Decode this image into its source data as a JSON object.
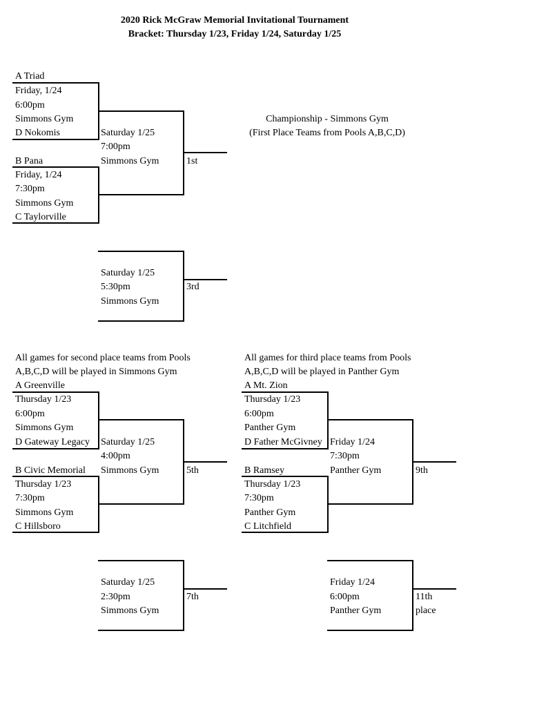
{
  "header": {
    "title": "2020 Rick McGraw Memorial Invitational Tournament",
    "subtitle": "Bracket:  Thursday 1/23, Friday 1/24, Saturday 1/25"
  },
  "championship": {
    "game1": {
      "team1": "A  Triad",
      "date": "Friday, 1/24",
      "time": "6:00pm",
      "location": "Simmons Gym",
      "team2": "D  Nokomis"
    },
    "game2": {
      "team1": "B  Pana",
      "date": "Friday, 1/24",
      "time": "7:30pm",
      "location": "Simmons Gym",
      "team2": "C  Taylorville"
    },
    "final": {
      "date": "Saturday 1/25",
      "time": "7:00pm",
      "location": "Simmons Gym",
      "place": "1st"
    },
    "note_line1": "Championship - Simmons Gym",
    "note_line2": "(First Place Teams from Pools A,B,C,D)",
    "third": {
      "date": "Saturday 1/25",
      "time": "5:30pm",
      "location": "Simmons Gym",
      "place": "3rd"
    }
  },
  "second_place": {
    "note_line1": "All games for second place teams from Pools",
    "note_line2": "A,B,C,D will be played in Simmons Gym",
    "game1": {
      "team1": "A  Greenville",
      "date": "Thursday 1/23",
      "time": "6:00pm",
      "location": "Simmons Gym",
      "team2": "D  Gateway Legacy"
    },
    "game2": {
      "team1": "B  Civic Memorial",
      "date": "Thursday 1/23",
      "time": "7:30pm",
      "location": "Simmons Gym",
      "team2": "C  Hillsboro"
    },
    "final": {
      "date": "Saturday 1/25",
      "time": "4:00pm",
      "location": "Simmons Gym",
      "place": "5th"
    },
    "consolation": {
      "date": "Saturday 1/25",
      "time": "2:30pm",
      "location": "Simmons Gym",
      "place": "7th"
    }
  },
  "third_place": {
    "note_line1": "All games for third place teams from Pools",
    "note_line2": "A,B,C,D will be played in Panther Gym",
    "game1": {
      "team1": "A  Mt. Zion",
      "date": "Thursday 1/23",
      "time": "6:00pm",
      "location": "Panther Gym",
      "team2": "D Father McGivney"
    },
    "game2": {
      "team1": "B  Ramsey",
      "date": "Thursday 1/23",
      "time": "7:30pm",
      "location": "Panther Gym",
      "team2": "C  Litchfield"
    },
    "final": {
      "date": "Friday 1/24",
      "time": "7:30pm",
      "location": "Panther Gym",
      "place": "9th"
    },
    "consolation": {
      "date": "Friday 1/24",
      "time": "6:00pm",
      "location": "Panther Gym",
      "place1": "11th",
      "place2": "place"
    }
  }
}
